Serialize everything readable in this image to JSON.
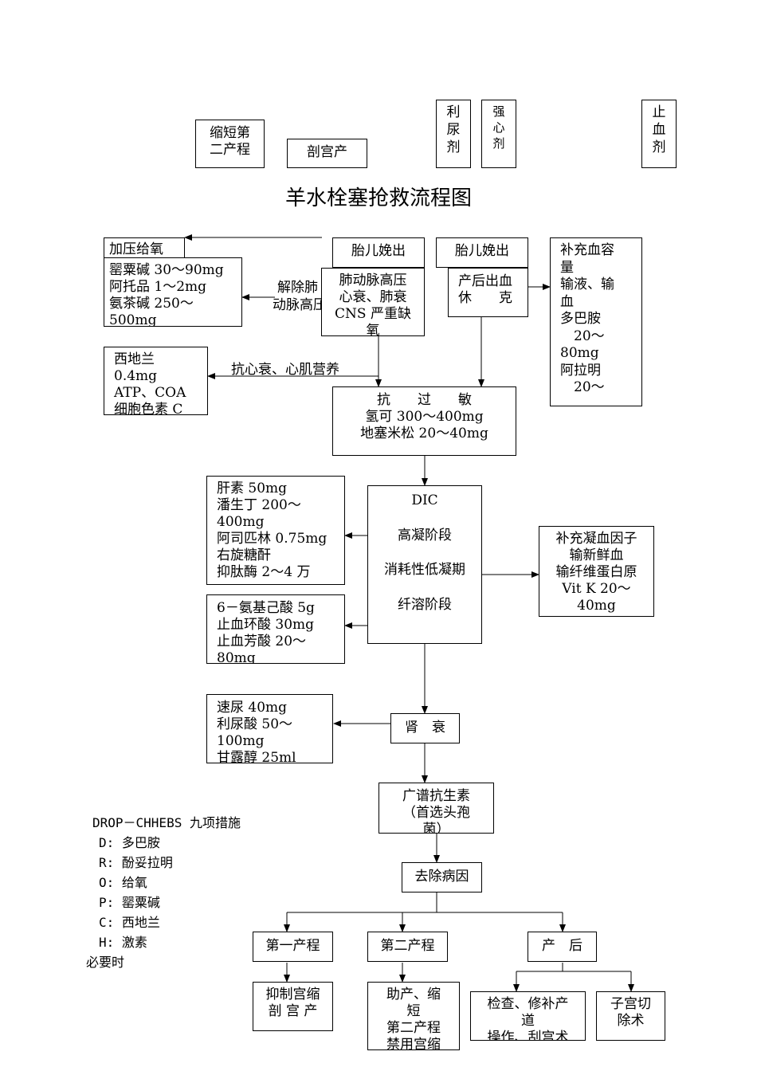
{
  "top_boxes": {
    "shorten_second_stage": [
      "缩短第",
      "二产程"
    ],
    "cesarean": "剖宫产",
    "diuretic": [
      "利",
      "尿",
      "剂"
    ],
    "cardiotonic": [
      "强",
      "心",
      "剂"
    ],
    "hemostatic": [
      "止",
      "血",
      "剂"
    ]
  },
  "title": "羊水栓塞抢救流程图",
  "oxygen": {
    "header": "加压给氧",
    "lines": [
      "罂粟碱 30～90mg",
      "阿托品 1～2mg",
      "氨茶碱 250～",
      "500mg"
    ]
  },
  "fetus_left": {
    "header": "胎儿娩出",
    "lines": [
      "肺动脉高压",
      "心衰、肺衰",
      "CNS 严重缺",
      "氧"
    ]
  },
  "fetus_right": {
    "header": "胎儿娩出",
    "lines": [
      "产后出血",
      "休　　克"
    ]
  },
  "blood_volume": {
    "lines": [
      "补充血容",
      "量",
      "输液、输",
      "血",
      "多巴胺",
      "　20～",
      "80mg",
      "阿拉明",
      "　20～"
    ]
  },
  "relieve_label": [
    "解除肺",
    "动脉高压"
  ],
  "cedilanid": {
    "lines": [
      "西地兰",
      "0.4mg",
      "ATP、COA",
      "细胞色素 C"
    ]
  },
  "anti_heart_failure_label": "抗心衰、心肌营养",
  "anti_allergy": {
    "lines": [
      "抗　　过　　敏",
      "氢可 300～400mg",
      "地塞米松 20～40mg"
    ]
  },
  "heparin": {
    "lines": [
      "肝素 50mg",
      "潘生丁 200～",
      "400mg",
      "阿司匹林 0.75mg",
      "右旋糖酐",
      "抑肽酶 2～4 万"
    ]
  },
  "dic": {
    "title": "DIC",
    "stages": [
      "高凝阶段",
      "消耗性低凝期",
      "纤溶阶段"
    ]
  },
  "clotting_factors": {
    "lines": [
      "补充凝血因子",
      "输新鲜血",
      "输纤维蛋白原",
      "Vit K 20～",
      "40mg"
    ]
  },
  "antifibrinolytic": {
    "lines": [
      "6－氨基己酸 5g",
      "止血环酸 30mg",
      "止血芳酸 20～",
      "80mg"
    ]
  },
  "diuretics": {
    "lines": [
      "速尿 40mg",
      "利尿酸 50～",
      "100mg",
      "甘露醇 25ml"
    ]
  },
  "renal_failure": "肾　衰",
  "antibiotics": [
    "广谱抗生素",
    "（首选头孢",
    "菌）"
  ],
  "remove_cause": "去除病因",
  "stage1": "第一产程",
  "stage2": "第二产程",
  "postpartum": "产　后",
  "stage1_action": [
    "抑制宫缩",
    "剖 宫 产"
  ],
  "stage2_action": [
    "助产、缩",
    "短",
    "第二产程",
    "禁用宫缩"
  ],
  "postpartum_check": [
    "检查、修补产",
    "道",
    "操作、刮宫术"
  ],
  "hysterectomy": [
    "子宫切",
    "除术"
  ],
  "drop_title": "DROP－CHHEBS 九项措施",
  "drop_items": [
    "D: 多巴胺",
    "R: 酚妥拉明",
    "O: 给氧",
    "P: 罂粟碱",
    "C: 西地兰",
    "H: 激素"
  ],
  "drop_footer": "必要时"
}
